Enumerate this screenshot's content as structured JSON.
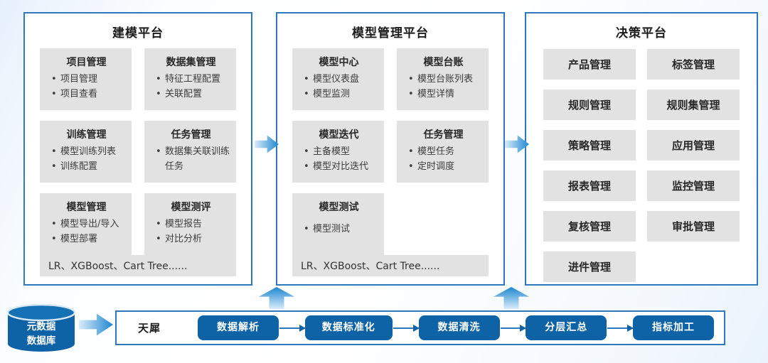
{
  "colors": {
    "border_blue": "#2e79be",
    "dark_blue": "#0e62a6",
    "card_gray": "#e2e2e2",
    "arrow_light": "#d8ecfa",
    "arrow_dark": "#1e86d0"
  },
  "icons": {
    "datasource": "database-cylinder-icon",
    "panel_flow": "right-arrow-icon",
    "feed_up": "up-arrow-icon",
    "step_connector": "right-arrowhead-icon"
  },
  "panels": [
    {
      "title": "建模平台",
      "cards": [
        {
          "title": "项目管理",
          "items": [
            "项目管理",
            "项目查看"
          ]
        },
        {
          "title": "数据集管理",
          "items": [
            "特征工程配置",
            "关联配置"
          ]
        },
        {
          "title": "训练管理",
          "items": [
            "模型训练列表",
            "训练配置"
          ]
        },
        {
          "title": "任务管理",
          "items": [
            "数据集关联训练任务"
          ]
        },
        {
          "title": "模型管理",
          "items": [
            "模型导出/导入",
            "模型部署"
          ]
        },
        {
          "title": "模型测评",
          "items": [
            "模型报告",
            "对比分析"
          ]
        }
      ],
      "footer": "LR、XGBoost、Cart Tree......"
    },
    {
      "title": "模型管理平台",
      "cards": [
        {
          "title": "模型中心",
          "items": [
            "模型仪表盘",
            "模型监测"
          ]
        },
        {
          "title": "模型台账",
          "items": [
            "模型台账列表",
            "模型详情"
          ]
        },
        {
          "title": "模型迭代",
          "items": [
            "主备模型",
            "模型对比迭代"
          ]
        },
        {
          "title": "任务管理",
          "items": [
            "模型任务",
            "定时调度"
          ]
        },
        {
          "title": "模型测试",
          "items": [
            "模型测试"
          ]
        }
      ],
      "footer": "LR、XGBoost、Cart Tree......"
    },
    {
      "title": "决策平台",
      "boxes": [
        "产品管理",
        "标签管理",
        "规则管理",
        "规则集管理",
        "策略管理",
        "应用管理",
        "报表管理",
        "监控管理",
        "复核管理",
        "审批管理",
        "进件管理"
      ]
    }
  ],
  "datasource": {
    "line1": "元数据",
    "line2": "数据库"
  },
  "pipeline": {
    "label": "天犀",
    "steps": [
      "数据解析",
      "数据标准化",
      "数据清洗",
      "分层汇总",
      "指标加工"
    ]
  }
}
